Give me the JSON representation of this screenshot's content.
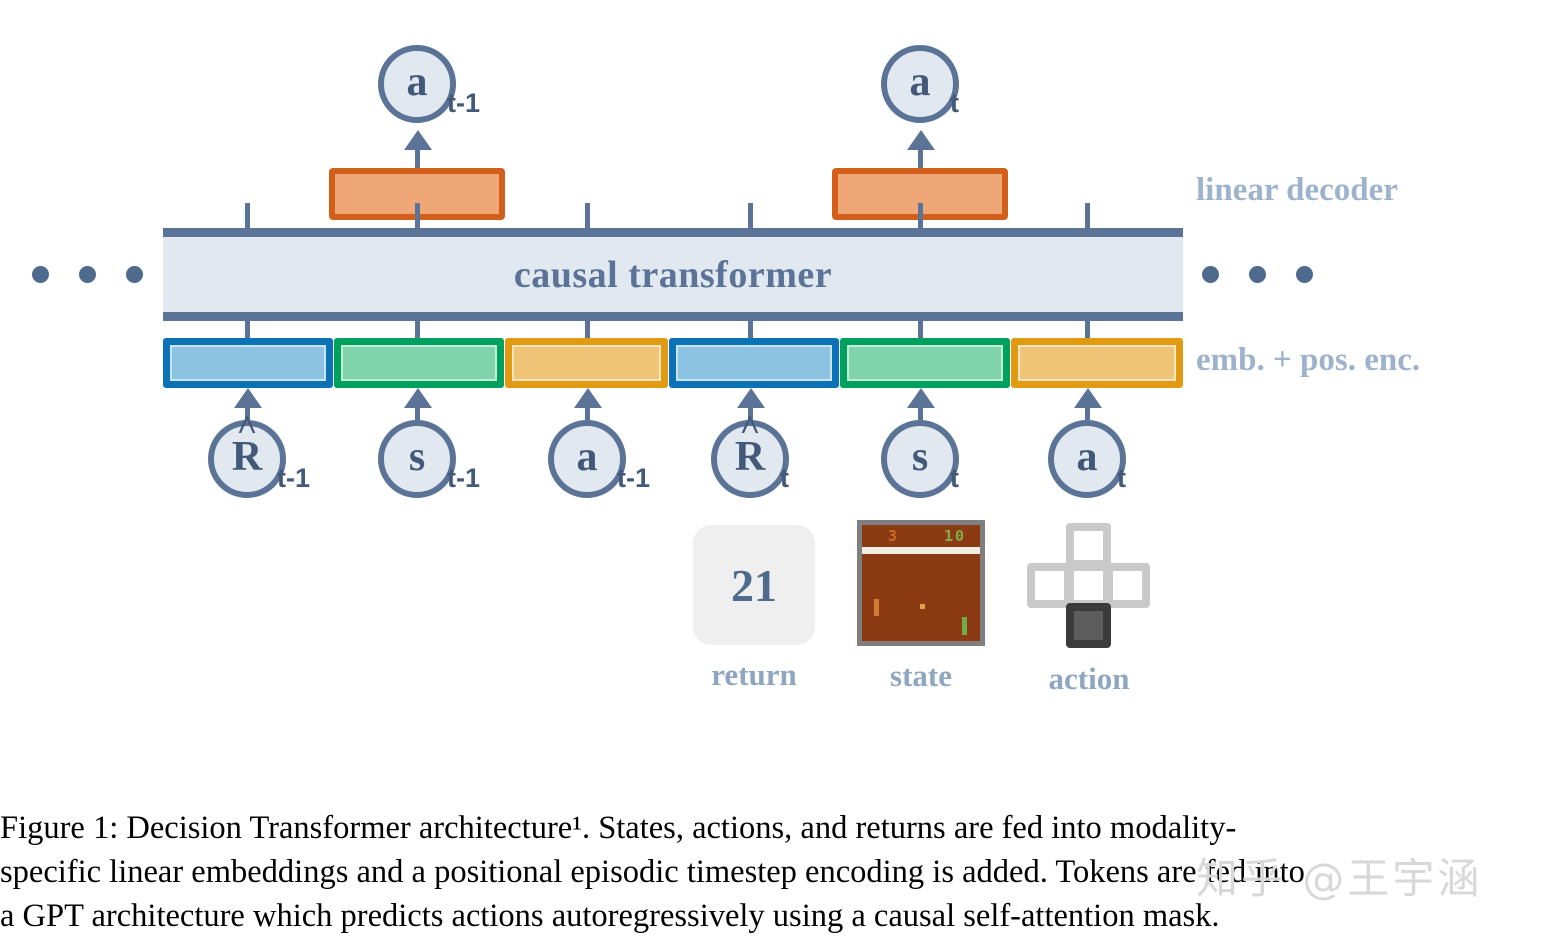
{
  "figure": {
    "transformer_label": "causal transformer",
    "side_labels": {
      "decoder": "linear decoder",
      "embedding": "emb. + pos. enc."
    },
    "ellipsis": "• • •",
    "output_tokens": [
      {
        "glyph": "a",
        "subscript": "t-1",
        "hat": false
      },
      {
        "glyph": "a",
        "subscript": "t",
        "hat": false
      }
    ],
    "input_tokens": [
      {
        "glyph": "R",
        "subscript": "t-1",
        "hat": true
      },
      {
        "glyph": "s",
        "subscript": "t-1",
        "hat": false
      },
      {
        "glyph": "a",
        "subscript": "t-1",
        "hat": false
      },
      {
        "glyph": "R",
        "subscript": "t",
        "hat": true
      },
      {
        "glyph": "s",
        "subscript": "t",
        "hat": false
      },
      {
        "glyph": "a",
        "subscript": "t",
        "hat": false
      }
    ],
    "embedding_boxes": [
      {
        "kind": "return",
        "border": "#0a72b5",
        "fill": "#8cc3e3"
      },
      {
        "kind": "state",
        "border": "#00a05e",
        "fill": "#7fd4ae"
      },
      {
        "kind": "action",
        "border": "#e09b12",
        "fill": "#efc477"
      },
      {
        "kind": "return",
        "border": "#0a72b5",
        "fill": "#8cc3e3"
      },
      {
        "kind": "state",
        "border": "#00a05e",
        "fill": "#7fd4ae"
      },
      {
        "kind": "action",
        "border": "#e09b12",
        "fill": "#efc477"
      }
    ],
    "modality_icons": [
      {
        "name": "return",
        "caption": "return",
        "value": "21"
      },
      {
        "name": "state",
        "caption": "state",
        "score_left": "3",
        "score_right": "10"
      },
      {
        "name": "action",
        "caption": "action"
      }
    ],
    "colors": {
      "slate": "#5a7396",
      "transformer_fill": "#e1e8ef",
      "decoder_border": "#d2601a",
      "decoder_fill": "#efa778",
      "side_label": "#9db3cc"
    }
  },
  "caption": {
    "lines": [
      "Figure 1:   Decision Transformer architecture¹. States, actions, and returns are fed into modality-",
      "specific linear embeddings and a positional episodic timestep encoding is added. Tokens are fed into",
      "a GPT architecture which predicts actions autoregressively using a causal self-attention mask."
    ],
    "label": "Figure 1:",
    "footnote_marker": "1"
  },
  "watermark": {
    "text": "知乎 @王宇涵"
  }
}
